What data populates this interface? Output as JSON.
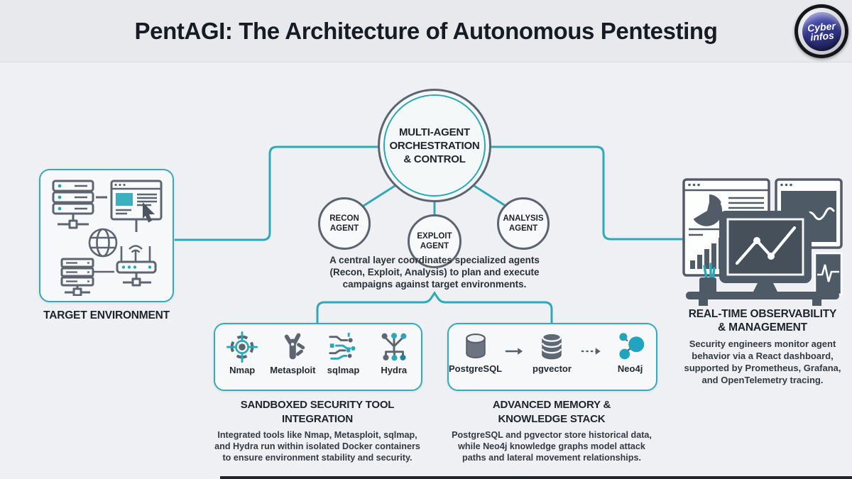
{
  "header": {
    "title": "PentAGI: The Architecture of Autonomous Pentesting",
    "logo_line1": "Cyber",
    "logo_line2": "infos"
  },
  "colors": {
    "accent_teal": "#2ba8b6",
    "slate": "#5b6470",
    "ink": "#20252d",
    "background": "#eef0f3",
    "header_bg": "#e7e9ec",
    "logo_navy": "#34388f"
  },
  "center": {
    "l1": "MULTI-AGENT",
    "l2": "ORCHESTRATION",
    "l3": "& CONTROL"
  },
  "agents": [
    {
      "l1": "RECON",
      "l2": "AGENT"
    },
    {
      "l1": "EXPLOIT",
      "l2": "AGENT"
    },
    {
      "l1": "ANALYSIS",
      "l2": "AGENT"
    }
  ],
  "caption": {
    "l1": "A central layer coordinates specialized agents",
    "l2": "(Recon, Exploit, Analysis) to plan and execute",
    "l3": "campaigns against target environments."
  },
  "left_panel": {
    "label": "TARGET ENVIRONMENT"
  },
  "tools": {
    "items": [
      {
        "label": "Nmap"
      },
      {
        "label": "Metasploit"
      },
      {
        "label": "sqlmap"
      },
      {
        "label": "Hydra"
      }
    ],
    "title_l1": "SANDBOXED SECURITY TOOL",
    "title_l2": "INTEGRATION",
    "body_l1": "Integrated tools like Nmap, Metasploit, sqlmap,",
    "body_l2": "and Hydra run within isolated Docker containers",
    "body_l3": "to ensure environment stability and security."
  },
  "memory": {
    "items": [
      {
        "label": "PostgreSQL"
      },
      {
        "label": "pgvector"
      },
      {
        "label": "Neo4j"
      }
    ],
    "title_l1": "ADVANCED MEMORY &",
    "title_l2": "KNOWLEDGE STACK",
    "body_l1": "PostgreSQL and pgvector store historical data,",
    "body_l2": "while Neo4j knowledge graphs model attack",
    "body_l3": "paths and lateral movement relationships."
  },
  "right_panel": {
    "title_l1": "REAL-TIME OBSERVABILITY",
    "title_l2": "& MANAGEMENT",
    "body_l1": "Security engineers monitor agent",
    "body_l2": "behavior via a React dashboard,",
    "body_l3": "supported by Prometheus, Grafana,",
    "body_l4": "and OpenTelemetry tracing."
  }
}
